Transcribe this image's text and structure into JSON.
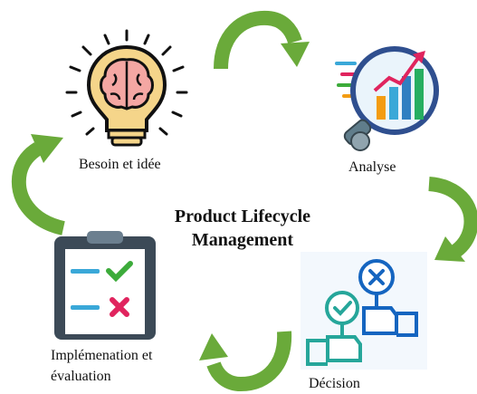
{
  "title": {
    "line1": "Product Lifecycle",
    "line2": "Management"
  },
  "stages": [
    {
      "label": "Besoin et idée",
      "icon": "lightbulb-brain-icon"
    },
    {
      "label": "Analyse",
      "icon": "magnifier-chart-icon"
    },
    {
      "label": "Décision",
      "icon": "hands-check-cross-signs-icon"
    },
    {
      "label_line1": "Implémenation et",
      "label_line2": "évaluation",
      "icon": "clipboard-checklist-icon"
    }
  ],
  "colors": {
    "arrow": "#6aaa3a",
    "brain": "#f4a7a3",
    "bulb": "#f5d58a",
    "chart_bars": [
      "#2f7fc1",
      "#3aa8d8",
      "#f39c12",
      "#27ae60"
    ],
    "decision_blue": "#1565c0",
    "decision_teal": "#26a69a",
    "check": "#3cab3a",
    "cross": "#e0245e"
  }
}
